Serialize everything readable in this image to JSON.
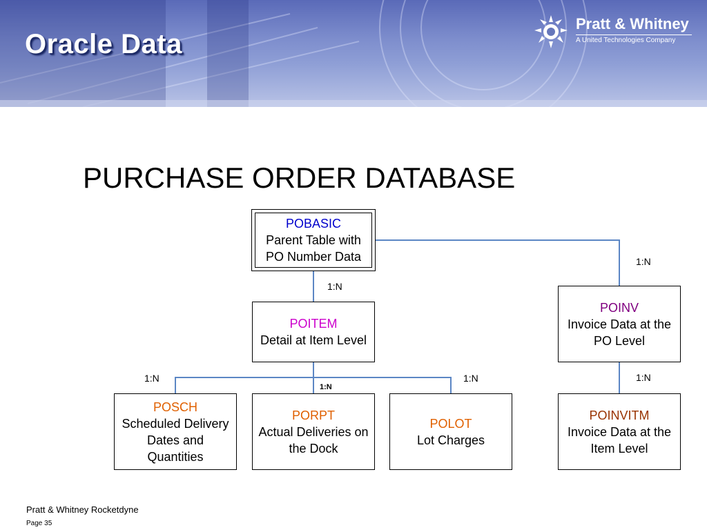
{
  "header": {
    "title": "Oracle Data",
    "logo_name": "Pratt & Whitney",
    "logo_tagline": "A United Technologies Company"
  },
  "heading": "PURCHASE ORDER DATABASE",
  "tables": {
    "pobasic": {
      "name": "POBASIC",
      "desc_line1": "Parent Table with",
      "desc_line2": "PO Number Data",
      "name_color": "#0000cc"
    },
    "poitem": {
      "name": "POITEM",
      "desc_line1": "Detail at Item Level",
      "name_color": "#cc00cc"
    },
    "poinv": {
      "name": "POINV",
      "desc_line1": "Invoice Data at the",
      "desc_line2": "PO Level",
      "name_color": "#800080"
    },
    "posch": {
      "name": "POSCH",
      "desc_line1": "Scheduled Delivery",
      "desc_line2": "Dates and",
      "desc_line3": "Quantities",
      "name_color": "#e06000"
    },
    "porpt": {
      "name": "PORPT",
      "desc_line1": "Actual Deliveries on",
      "desc_line2": "the Dock",
      "name_color": "#e06000"
    },
    "polot": {
      "name": "POLOT",
      "desc_line1": "Lot Charges",
      "name_color": "#e06000"
    },
    "poinvitm": {
      "name": "POINVITM",
      "desc_line1": "Invoice Data at the",
      "desc_line2": "Item Level",
      "name_color": "#993300"
    }
  },
  "relationships": {
    "pobasic_poinv": "1:N",
    "pobasic_poitem": "1:N",
    "poitem_posch": "1:N",
    "poitem_porpt": "1:N",
    "poitem_polot": "1:N",
    "poinv_poinvitm": "1:N"
  },
  "connector_color": "#5b86c4",
  "footer": {
    "company": "Pratt & Whitney Rocketdyne",
    "page": "Page 35"
  }
}
